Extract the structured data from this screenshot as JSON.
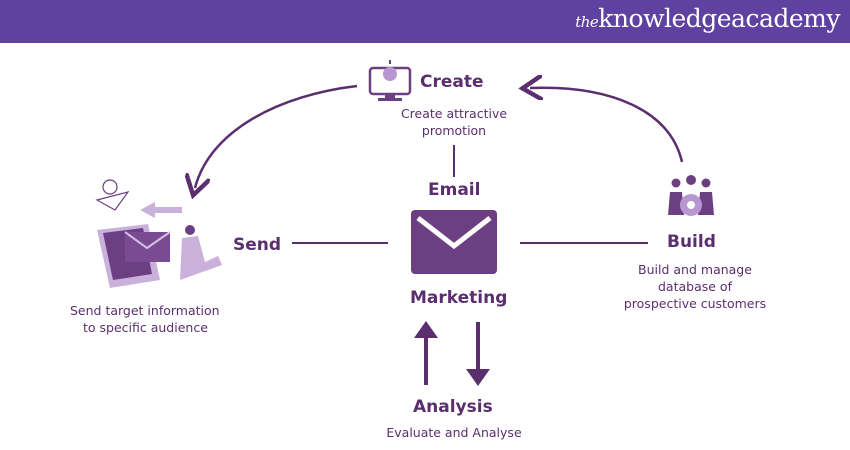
{
  "brand": {
    "prefix": "the",
    "name": "knowledgeacademy"
  },
  "center": {
    "top": "Email",
    "bottom": "Marketing"
  },
  "nodes": {
    "create": {
      "title": "Create",
      "desc1": "Create attractive",
      "desc2": "promotion"
    },
    "send": {
      "title": "Send",
      "desc1": "Send target information",
      "desc2": "to specific audience"
    },
    "build": {
      "title": "Build",
      "desc1": "Build and manage",
      "desc2": "database of",
      "desc3": "prospective customers"
    },
    "analysis": {
      "title": "Analysis",
      "desc1": "Evaluate and Analyse"
    }
  },
  "colors": {
    "header": "#5e41a0",
    "text": "#5b2f6e",
    "light": "#c9b1dc"
  }
}
